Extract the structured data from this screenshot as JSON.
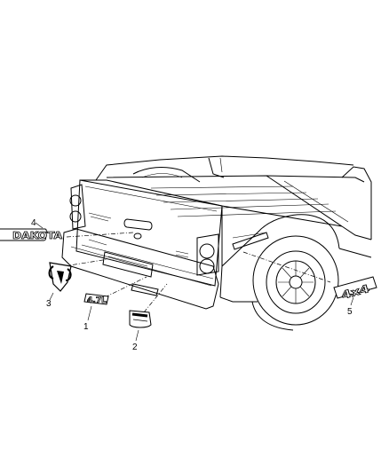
{
  "callouts": [
    {
      "id": "c1",
      "label": "1"
    },
    {
      "id": "c2",
      "label": "2"
    },
    {
      "id": "c3",
      "label": "3"
    },
    {
      "id": "c4",
      "label": "4"
    },
    {
      "id": "c5",
      "label": "5"
    }
  ],
  "badges": {
    "nameplate": "DAKOTA",
    "engine": "4.7L",
    "drive": "4x4"
  }
}
